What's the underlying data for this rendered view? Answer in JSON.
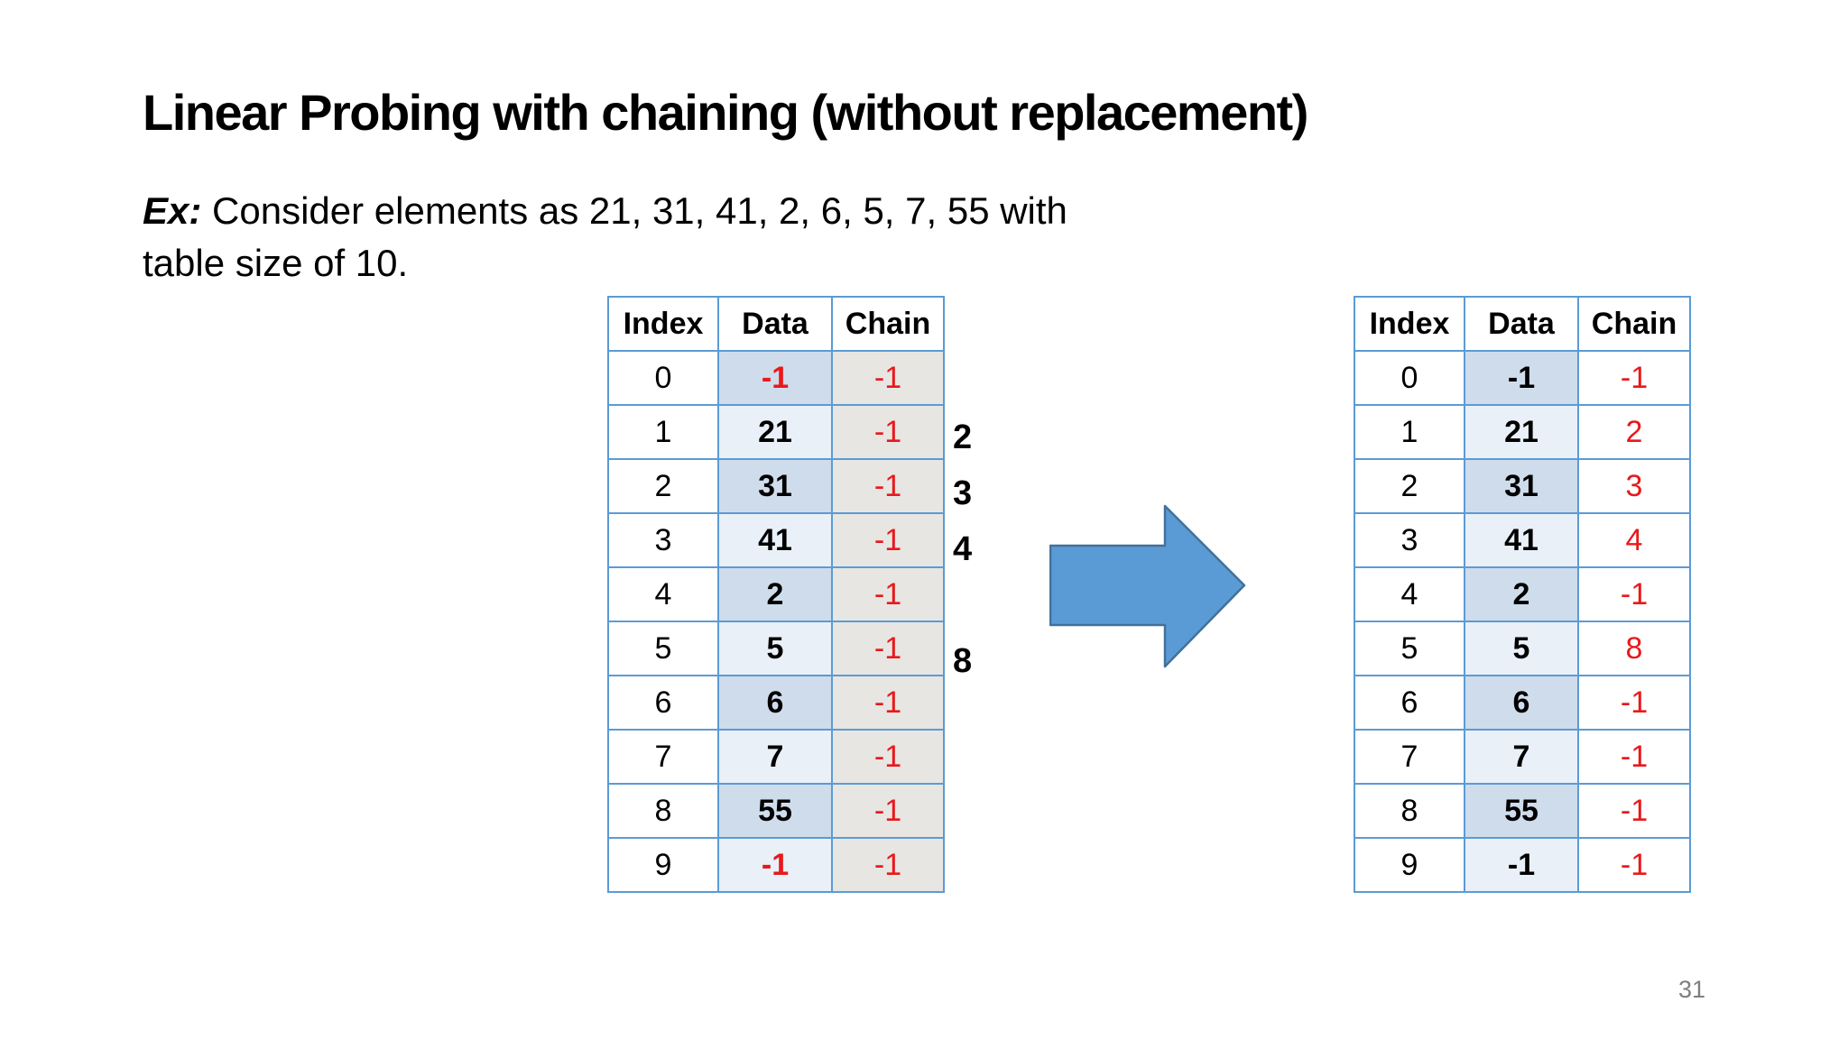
{
  "slide": {
    "title": "Linear Probing with chaining (without replacement)",
    "page_number": "31"
  },
  "example": {
    "prefix": "Ex:",
    "line1_rest": " Consider elements as 21, 31, 41, 2, 6, 5, 7, 55 with",
    "line2": "table size of 10."
  },
  "left_table": {
    "headers": [
      "Index",
      "Data",
      "Chain"
    ],
    "chain_column_gray": true,
    "rows": [
      {
        "index": "0",
        "data": "-1",
        "chain": "-1",
        "data_red": true
      },
      {
        "index": "1",
        "data": "21",
        "chain": "-1"
      },
      {
        "index": "2",
        "data": "31",
        "chain": "-1"
      },
      {
        "index": "3",
        "data": "41",
        "chain": "-1"
      },
      {
        "index": "4",
        "data": "2",
        "chain": "-1"
      },
      {
        "index": "5",
        "data": "5",
        "chain": "-1"
      },
      {
        "index": "6",
        "data": "6",
        "chain": "-1"
      },
      {
        "index": "7",
        "data": "7",
        "chain": "-1"
      },
      {
        "index": "8",
        "data": "55",
        "chain": "-1"
      },
      {
        "index": "9",
        "data": "-1",
        "chain": "-1",
        "data_red": true
      }
    ],
    "annotations": [
      {
        "row": 1,
        "label": "2"
      },
      {
        "row": 2,
        "label": "3"
      },
      {
        "row": 3,
        "label": "4"
      },
      {
        "row": 5,
        "label": "8"
      }
    ]
  },
  "right_table": {
    "headers": [
      "Index",
      "Data",
      "Chain"
    ],
    "chain_column_gray": false,
    "rows": [
      {
        "index": "0",
        "data": "-1",
        "chain": "-1"
      },
      {
        "index": "1",
        "data": "21",
        "chain": "2"
      },
      {
        "index": "2",
        "data": "31",
        "chain": "3"
      },
      {
        "index": "3",
        "data": "41",
        "chain": "4"
      },
      {
        "index": "4",
        "data": "2",
        "chain": "-1"
      },
      {
        "index": "5",
        "data": "5",
        "chain": "8"
      },
      {
        "index": "6",
        "data": "6",
        "chain": "-1"
      },
      {
        "index": "7",
        "data": "7",
        "chain": "-1"
      },
      {
        "index": "8",
        "data": "55",
        "chain": "-1"
      },
      {
        "index": "9",
        "data": "-1",
        "chain": "-1"
      }
    ]
  },
  "arrow": {
    "direction": "right"
  },
  "colors": {
    "table_border": "#5B9BD5",
    "data_band_dark": "#cfdcec",
    "data_band_light": "#e9f0f8",
    "data_header_bg": "#e8eef7",
    "chain_gray_bg": "#e7e6e2",
    "red_text": "#e8191c",
    "arrow_fill": "#5B9BD5",
    "arrow_stroke": "#41719C",
    "page_number_gray": "#7f7f7f"
  }
}
